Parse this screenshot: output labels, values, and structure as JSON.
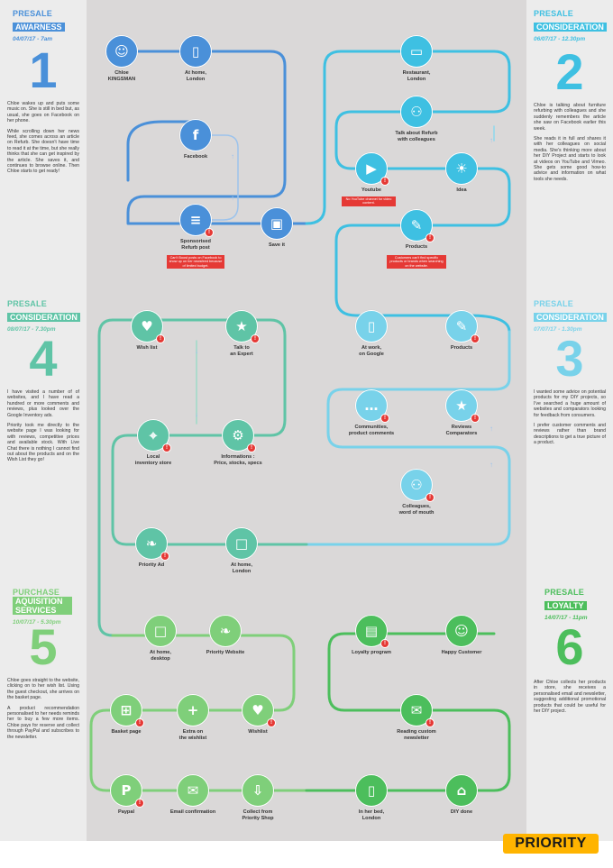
{
  "colors": {
    "blue": "#4a90d9",
    "cyan": "#3ec0e2",
    "teal": "#5fc4a6",
    "green": "#4cbe5c",
    "alert": "#e53935",
    "logo": "#ffb400"
  },
  "stages": [
    {
      "title1": "PRESALE",
      "title2": "AWARNESS",
      "date": "04/07/17 - 7am",
      "number": "1",
      "color": "#4a90d9",
      "paragraphs": [
        "Chloe wakes up and puts some music on. She is still in bed but, as usual, she goes on Facebook on her phone.",
        "While scrolling down her news feed, she comes across an article on Refurb. She doesn't have time to read it at the time, but she really thinks that she can get inspired by the article. She saves it, and continues to browse online. Then Chloe starts to get ready!"
      ]
    },
    {
      "title1": "PRESALE",
      "title2": "CONSIDERATION",
      "date": "06/07/17 - 12.30pm",
      "number": "2",
      "color": "#3ec0e2",
      "paragraphs": [
        "Chloe is talking about furniture refurbing with colleagues and she suddenly remembers the article she saw on Facebook earlier this week.",
        "She reads it in full and shares it with her colleagues on social media. She's thinking more about her DIY Project and starts to look at videos on YouTube and Vimeo. She gets some good how-to advice and information on what tools she needs."
      ]
    },
    {
      "title1": "PRESALE",
      "title2": "CONSIDERATION",
      "date": "07/07/17 - 1.30pm",
      "number": "3",
      "color": "#78d2ea",
      "paragraphs": [
        "I wanted some advice on potential products for my DIY projects, so I've searched a huge amount of websites and comparators looking for feedback from consumers.",
        "I prefer customer comments and reviews rather than brand descriptions to get a true picture of a product."
      ]
    },
    {
      "title1": "PRESALE",
      "title2": "CONSIDERATION",
      "date": "08/07/17 - 7.30pm",
      "number": "4",
      "color": "#5fc4a6",
      "paragraphs": [
        "I have visited a number of of websites, and I have read a hundred or more comments and reviews, plus looked over the Google Inventory ads.",
        "Priority took me directly to the website page I was looking for with reviews, competitive prices and available stock. With Live Chat there is nothing I cannot find out about the products and on the Wish List they go!"
      ]
    },
    {
      "title1": "PURCHASE",
      "title2": "AQUISITION SERVICES",
      "date": "10/07/17 - 5.30pm",
      "number": "5",
      "color": "#7fcf7a",
      "paragraphs": [
        "Chloe goes straight to the website, clicking on to her wish list. Using the guest checkout, she arrives on the basket page.",
        "A product recommendation personalised to her needs reminds her to buy a few more items. Chloe pays for reserve and collect through PayPal and subscribes to the newsletter."
      ]
    },
    {
      "title1": "PRESALE",
      "title2": "LOYALTY",
      "date": "14/07/17 - 11pm",
      "number": "6",
      "color": "#4cbe5c",
      "paragraphs": [
        "After Chloe collects her products in store, she receives a personalised email and newsletter, suggesting additional promotional products that could be useful for her DIY project."
      ]
    }
  ],
  "nodes": [
    {
      "label": "Chloe\nKINGSMAN",
      "icon": "user-icon",
      "color": "#4a90d9",
      "badge": false
    },
    {
      "label": "At home,\nLondon",
      "icon": "phone-pin-icon",
      "color": "#4a90d9",
      "badge": false
    },
    {
      "label": "Facebook",
      "icon": "facebook-icon",
      "color": "#4a90d9",
      "badge": false
    },
    {
      "label": "Sponsorised\nRefurb post",
      "icon": "article-icon",
      "color": "#4a90d9",
      "badge": true
    },
    {
      "label": "Save it",
      "icon": "floppy-disk-icon",
      "color": "#4a90d9",
      "badge": false
    },
    {
      "label": "Restaurant,\nLondon",
      "icon": "tablet-pin-icon",
      "color": "#3ec0e2",
      "badge": false
    },
    {
      "label": "Talk about Refurb\nwith colleagues",
      "icon": "group-icon",
      "color": "#3ec0e2",
      "badge": false
    },
    {
      "label": "Youtube",
      "icon": "play-icon",
      "color": "#3ec0e2",
      "badge": true
    },
    {
      "label": "Idea",
      "icon": "lightbulb-icon",
      "color": "#3ec0e2",
      "badge": false
    },
    {
      "label": "Products",
      "icon": "paint-brush-icon",
      "color": "#3ec0e2",
      "badge": true
    },
    {
      "label": "At work,\non Google",
      "icon": "phone-pin-icon",
      "color": "#78d2ea",
      "badge": false
    },
    {
      "label": "Products",
      "icon": "paint-brush-icon",
      "color": "#78d2ea",
      "badge": true
    },
    {
      "label": "Communities,\nproduct comments",
      "icon": "chat-icon",
      "color": "#78d2ea",
      "badge": true
    },
    {
      "label": "Reviews\nComparators",
      "icon": "stars-icon",
      "color": "#78d2ea",
      "badge": true
    },
    {
      "label": "Colleagues,\nword of mouth",
      "icon": "group-icon",
      "color": "#78d2ea",
      "badge": true
    },
    {
      "label": "Wish list",
      "icon": "wishlist-icon",
      "color": "#5fc4a6",
      "badge": true
    },
    {
      "label": "Talk to\nan Expert",
      "icon": "expert-icon",
      "color": "#5fc4a6",
      "badge": true
    },
    {
      "label": "Local\ninventory store",
      "icon": "map-pin-icon",
      "color": "#5fc4a6",
      "badge": true
    },
    {
      "label": "Informations :\nPrice, stocks, specs",
      "icon": "gears-icon",
      "color": "#5fc4a6",
      "badge": true
    },
    {
      "label": "Priority Ad",
      "icon": "bird-icon",
      "color": "#5fc4a6",
      "badge": true
    },
    {
      "label": "At home,\nLondon",
      "icon": "monitor-icon",
      "color": "#5fc4a6",
      "badge": false
    },
    {
      "label": "At home,\ndesktop",
      "icon": "monitor-icon",
      "color": "#7fcf7a",
      "badge": false
    },
    {
      "label": "Priority Website",
      "icon": "bird-icon",
      "color": "#7fcf7a",
      "badge": false
    },
    {
      "label": "Basket page",
      "icon": "basket-icon",
      "color": "#7fcf7a",
      "badge": true
    },
    {
      "label": "Extra on\nthe wishlist",
      "icon": "plus-icon",
      "color": "#7fcf7a",
      "badge": false
    },
    {
      "label": "Wishlist",
      "icon": "wishlist-icon",
      "color": "#7fcf7a",
      "badge": true
    },
    {
      "label": "Paypal",
      "icon": "paypal-icon",
      "color": "#7fcf7a",
      "badge": true
    },
    {
      "label": "Email confirmation",
      "icon": "email-icon",
      "color": "#7fcf7a",
      "badge": false
    },
    {
      "label": "Collect from\nPriority Shop",
      "icon": "download-icon",
      "color": "#7fcf7a",
      "badge": false
    },
    {
      "label": "Loyalty program",
      "icon": "id-card-icon",
      "color": "#4cbe5c",
      "badge": true
    },
    {
      "label": "Happy Customer",
      "icon": "smiley-icon",
      "color": "#4cbe5c",
      "badge": false
    },
    {
      "label": "Reading custom\nnewsletter",
      "icon": "email-icon",
      "color": "#4cbe5c",
      "badge": true
    },
    {
      "label": "In her bed,\nLondon",
      "icon": "phone-pin-icon",
      "color": "#4cbe5c",
      "badge": false
    },
    {
      "label": "DIY done",
      "icon": "house-icon",
      "color": "#4cbe5c",
      "badge": false
    }
  ],
  "alerts": [
    "Can't Boost posts on Facebook to show up on her newsfeed because of limited budget.",
    "No YouTube channel for video content.",
    "Customers can't find specific products or brands when searching on the website."
  ],
  "logo": "PRIORITY"
}
